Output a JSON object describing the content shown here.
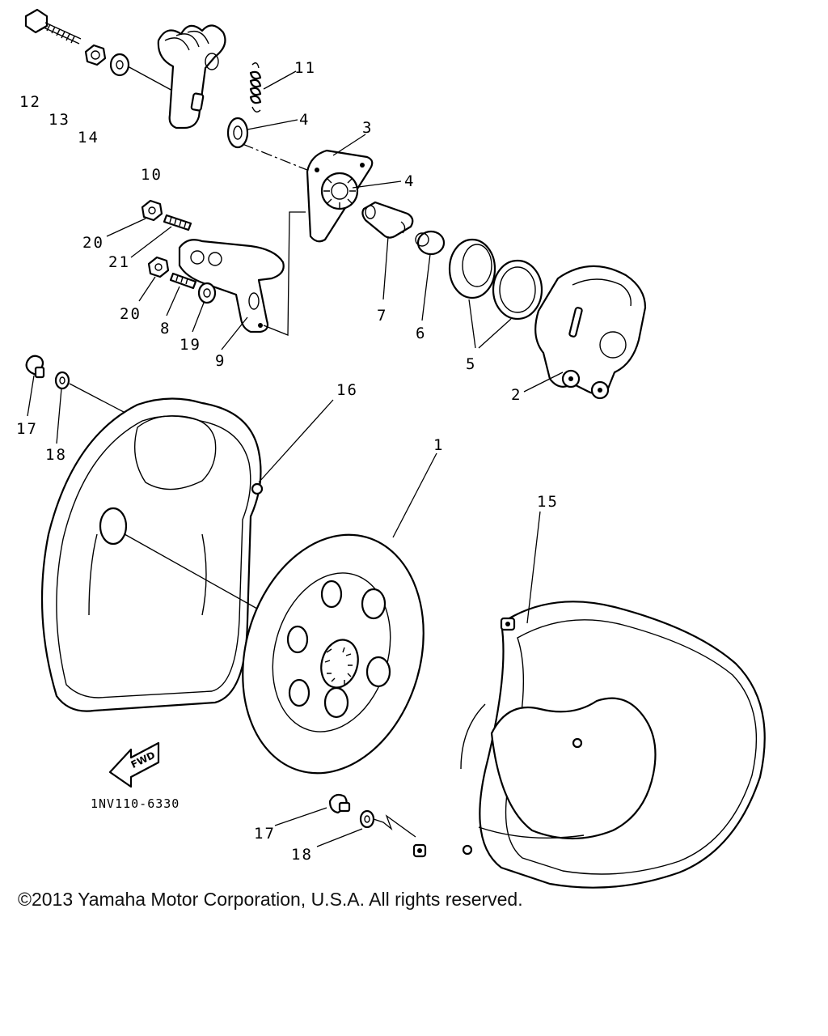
{
  "diagram": {
    "callouts": {
      "c1": "1",
      "c2": "2",
      "c3": "3",
      "c4a": "4",
      "c4b": "4",
      "c5": "5",
      "c6": "6",
      "c7": "7",
      "c8": "8",
      "c9": "9",
      "c10": "10",
      "c11": "11",
      "c12": "12",
      "c13": "13",
      "c14": "14",
      "c15": "15",
      "c16": "16",
      "c17a": "17",
      "c17b": "17",
      "c18a": "18",
      "c18b": "18",
      "c19": "19",
      "c20a": "20",
      "c20b": "20",
      "c21": "21"
    },
    "fwd_label": "FWD",
    "figure_code": "1NV110-6330"
  },
  "footer": {
    "copyright": "©2013 Yamaha Motor Corporation, U.S.A. All rights reserved."
  }
}
